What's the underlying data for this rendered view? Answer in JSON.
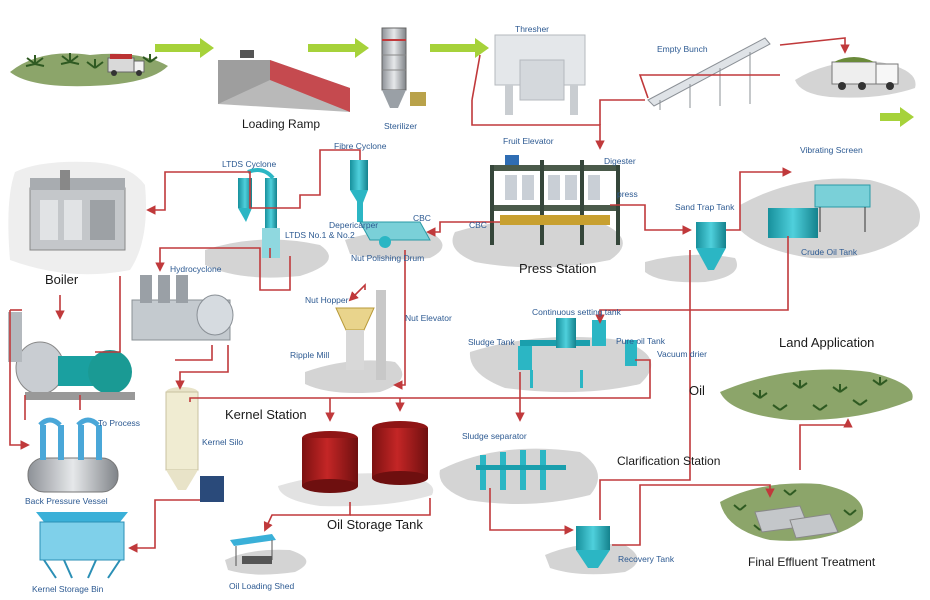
{
  "labels": {
    "loading_ramp": "Loading Ramp",
    "sterilizer": "Sterilizer",
    "thresher": "Thresher",
    "empty_bunch": "Empty Bunch",
    "fruit_elevator": "Fruit Elevator",
    "digester": "Digester",
    "press": "press",
    "press_station": "Press Station",
    "cbc_1": "CBC",
    "cbc_2": "CBC",
    "fibre_cyclone": "Fibre Cyclone",
    "ltds_cyclone": "LTDS Cyclone",
    "depericarper": "Depericarper",
    "nut_polishing_drum": "Nut Polishing Drum",
    "ltds_no12": "LTDS No.1 & No.2",
    "hydrocyclone": "Hydrocyclone",
    "boiler": "Boiler",
    "nut_hopper": "Nut Hopper",
    "nut_elevator": "Nut Elevator",
    "ripple_mill": "Ripple Mill",
    "sand_trap_tank": "Sand Trap Tank",
    "vibrating_screen": "Vibrating Screen",
    "crude_oil_tank": "Crude Oil Tank",
    "continuous_setting_tank": "Continuous setting tank",
    "sludge_tank": "Sludge Tank",
    "pure_oil_tank": "Pure oil Tank",
    "vacuum_drier": "Vacuum drier",
    "oil": "Oil",
    "land_application": "Land Application",
    "kernel_station": "Kernel Station",
    "to_process": "To Process",
    "kernel_silo": "Kernel Silo",
    "back_pressure_vessel": "Back Pressure Vessel",
    "sludge_separator": "Sludge separator",
    "clarification_station": "Clarification Station",
    "oil_storage_tank": "Oil Storage Tank",
    "kernel_storage_bin": "Kernel Storage Bin",
    "oil_loading_shed": "Oil Loading Shed",
    "recovery_tank": "Recovery Tank",
    "final_effluent_treatment": "Final Effluent Treatment"
  },
  "colors": {
    "flow_line": "#c0393b",
    "big_arrow": "#a6d23a",
    "label_blue": "#2d5a92",
    "tank_red": "#b01e1e",
    "teal": "#2bb6c4",
    "ground": "#d4d4d4",
    "grass": "#8ca56a"
  }
}
